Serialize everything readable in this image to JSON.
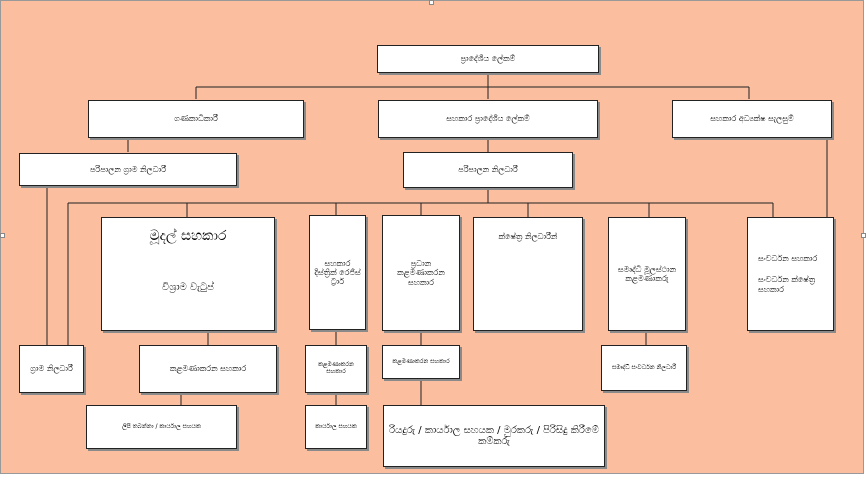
{
  "nodes": {
    "divisional_secretary": "ප්‍රාදේශීය ලේකම්",
    "accountant": "ගණකාධිකාරී",
    "asst_divisional_secretary": "සහකාර ප්‍රාදේශීය ලේකම්",
    "asst_director_planning": "සහකාර අධ්‍යක්ෂ සැලසුම්",
    "admin_grama_niladhari": "පරිපාලන ග්‍රාම නිලධාරී",
    "admin_officer": "පරිපාලන නිලධාරී",
    "financial_assistant": "මූදල් සහකාර",
    "pension_unit": "විශ්‍රාම වැටුප්",
    "asst_district_registrar": "සහකාර දිස්ත්‍රික් රෙජිස් ට්‍රාර්",
    "chief_mgmt_asst": "ප්‍රධාන කළමණාකරන සහකාර",
    "field_officers": "ක්ෂේත්‍ර නිලධාරීන්",
    "samurdhi_manager": "සමෘද්ධි මූලස්ථාන කළමණාකරු",
    "dev_assistant": "සංවර්ධන සහකාර",
    "dev_field_assistant": "සංවර්ධන ක්ෂේත්‍ර සහකාර",
    "grama_niladhari": "ග්‍රාම නිලධාරී",
    "mgmt_asst": "කළමණාකරන සහකාර",
    "typist_office_asst": "ලිපි තබන්නා / කාර්යාල සහයක",
    "mgmt_asst_reg": "කළමණාකරන සහකාර",
    "office_asst": "කාර්යාල සහයක",
    "mgmt_asst_chief": "කළමණාකරන සහකාර",
    "driver_staff": "රියදුරු / කාර්යාල සහයක / මුරකරු / පිරිසිදු කිරීමේ කම්කරු",
    "samurdhi_dev_officer": "සමෘද්ධි සංවර්ධන නිලධාරී"
  },
  "colors": {
    "background": "#fbbf9f",
    "box": "#ffffff",
    "line": "#222222"
  }
}
